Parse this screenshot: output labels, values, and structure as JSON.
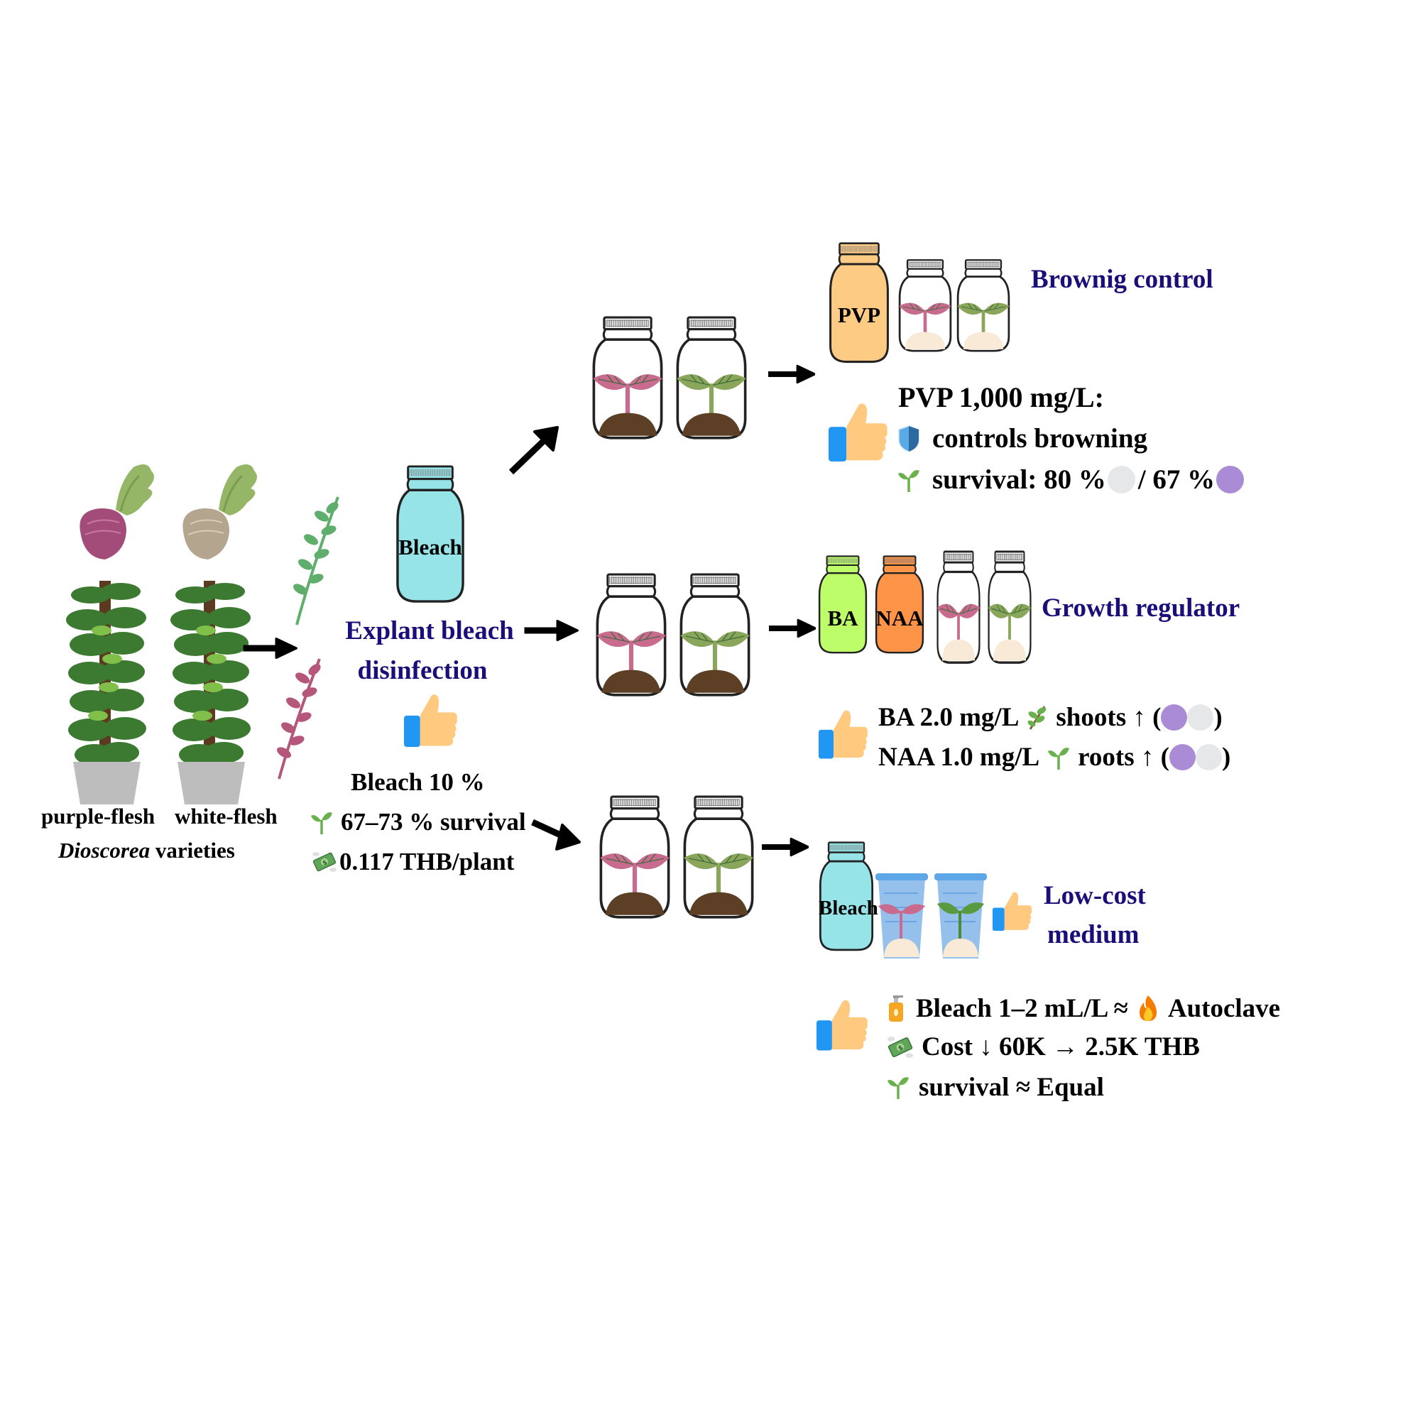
{
  "left": {
    "labels": {
      "variety1": "purple-flesh",
      "variety2": "white-flesh",
      "genus": "Dioscorea",
      "suffix": "varieties"
    }
  },
  "stage1": {
    "jar_label": "Bleach",
    "title_line1": "Explant bleach",
    "title_line2": "disinfection",
    "result_line1": "Bleach 10 %",
    "result_line2": "67–73 % survival",
    "result_line3": "0.117 THB/plant"
  },
  "browning": {
    "title": "Brownig control",
    "jar_label": "PVP",
    "line1": "PVP 1,000 mg/L:",
    "line2": "controls browning",
    "line3_prefix": "survival: 80 %",
    "line3_mid": " / 67 %"
  },
  "growth": {
    "title": "Growth regulator",
    "jar1_label": "BA",
    "jar2_label": "NAA",
    "line1_a": "BA 2.0 mg/L",
    "line1_b": "shoots ↑ (",
    "line1_c": ")",
    "line2_a": "NAA 1.0 mg/L",
    "line2_b": "roots ↑ (",
    "line2_c": ")"
  },
  "lowcost": {
    "title_line1": "Low-cost",
    "title_line2": "medium",
    "jar_label": "Bleach",
    "line1_a": "Bleach 1–2 mL/L ≈",
    "line1_b": "Autoclave",
    "line2": "Cost ↓ 60K → 2.5K THB",
    "line3": "survival ≈ Equal"
  },
  "colors": {
    "navy_title": "#1a0f78",
    "purple_variety": "#a98bd6",
    "white_variety": "#e6e7e8",
    "bleach": "#96e4e8",
    "pvp": "#fecb84",
    "ba": "#bdfd6a",
    "naa": "#fe9448",
    "thumb_blue": "#2196f3",
    "thumb_skin": "#ffca7f"
  }
}
